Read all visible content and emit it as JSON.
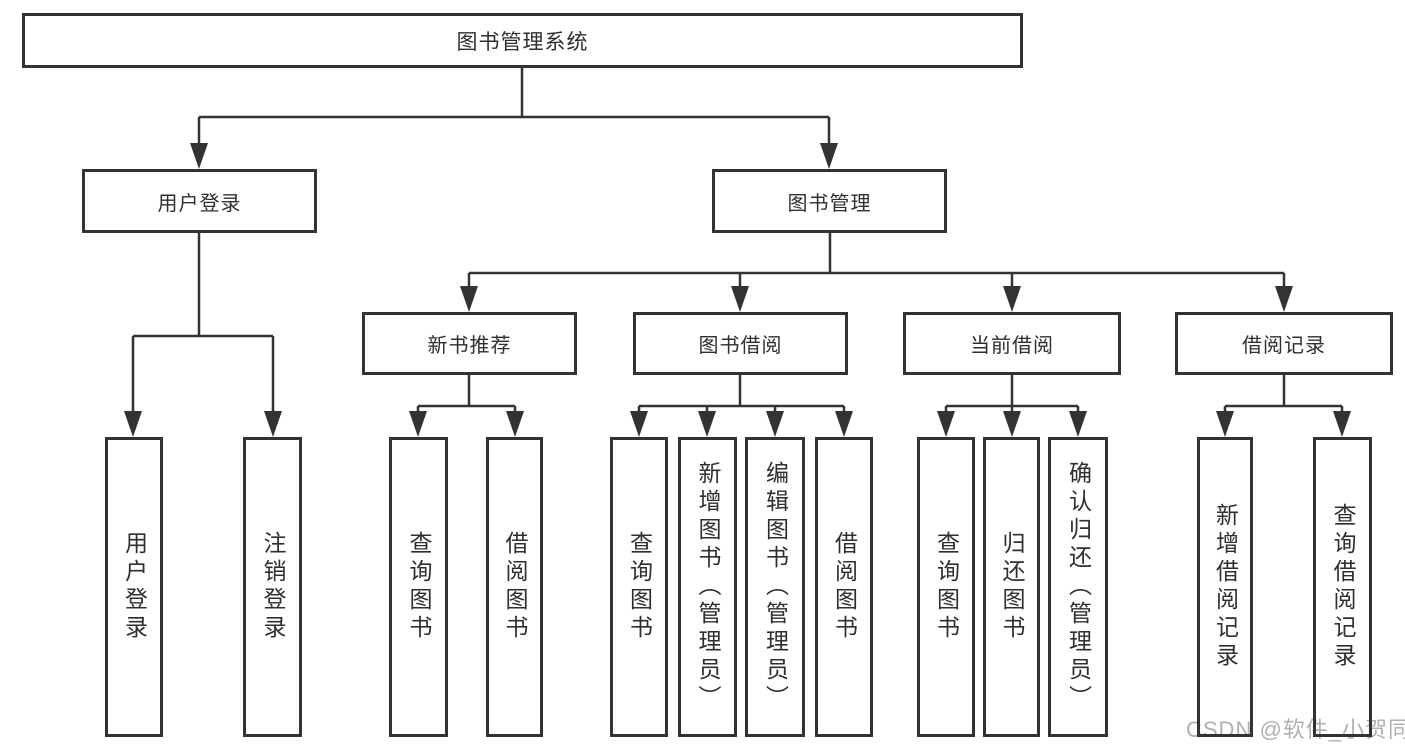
{
  "page": {
    "background": "#ffffff"
  },
  "colors": {
    "line": "#333333",
    "box_border": "#333333",
    "text": "#2f2f2f",
    "watermark": "#b0b0b0"
  },
  "watermark": {
    "text": "CSDN @软件_小贺同学"
  },
  "tree": {
    "root": {
      "label": "图书管理系统"
    },
    "level2": [
      {
        "label": "用户登录",
        "children": [
          {
            "label": "用户登录"
          },
          {
            "label": "注销登录"
          }
        ]
      },
      {
        "label": "图书管理",
        "children": [
          {
            "label": "新书推荐",
            "children": [
              {
                "label": "查询图书"
              },
              {
                "label": "借阅图书"
              }
            ]
          },
          {
            "label": "图书借阅",
            "children": [
              {
                "label": "查询图书"
              },
              {
                "label": "新增图书（管理员）"
              },
              {
                "label": "编辑图书（管理员）"
              },
              {
                "label": "借阅图书"
              }
            ]
          },
          {
            "label": "当前借阅",
            "children": [
              {
                "label": "查询图书"
              },
              {
                "label": "归还图书"
              },
              {
                "label": "确认归还（管理员）"
              }
            ]
          },
          {
            "label": "借阅记录",
            "children": [
              {
                "label": "新增借阅记录"
              },
              {
                "label": "查询借阅记录"
              }
            ]
          }
        ]
      }
    ]
  }
}
